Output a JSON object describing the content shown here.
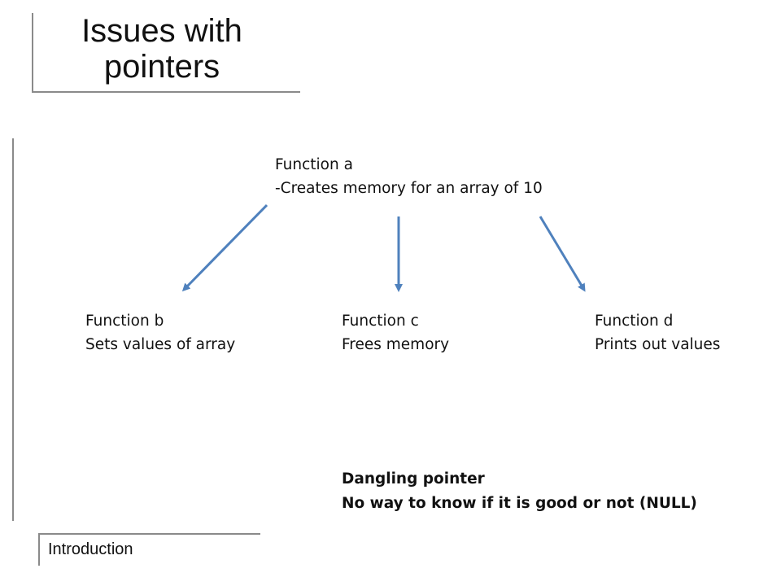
{
  "slide": {
    "title_line1": "Issues with",
    "title_line2": "pointers",
    "footer": "Introduction"
  },
  "diagram": {
    "root": {
      "name": "Function a",
      "desc": "-Creates memory for an array of 10"
    },
    "children": [
      {
        "name": "Function b",
        "desc": "Sets values of array"
      },
      {
        "name": "Function c",
        "desc": "Frees memory"
      },
      {
        "name": "Function d",
        "desc": "Prints out values"
      }
    ],
    "arrow_color": "#4f81bd"
  },
  "note": {
    "line1": "Dangling pointer",
    "line2": "No way to know if it is good or not (NULL)"
  }
}
